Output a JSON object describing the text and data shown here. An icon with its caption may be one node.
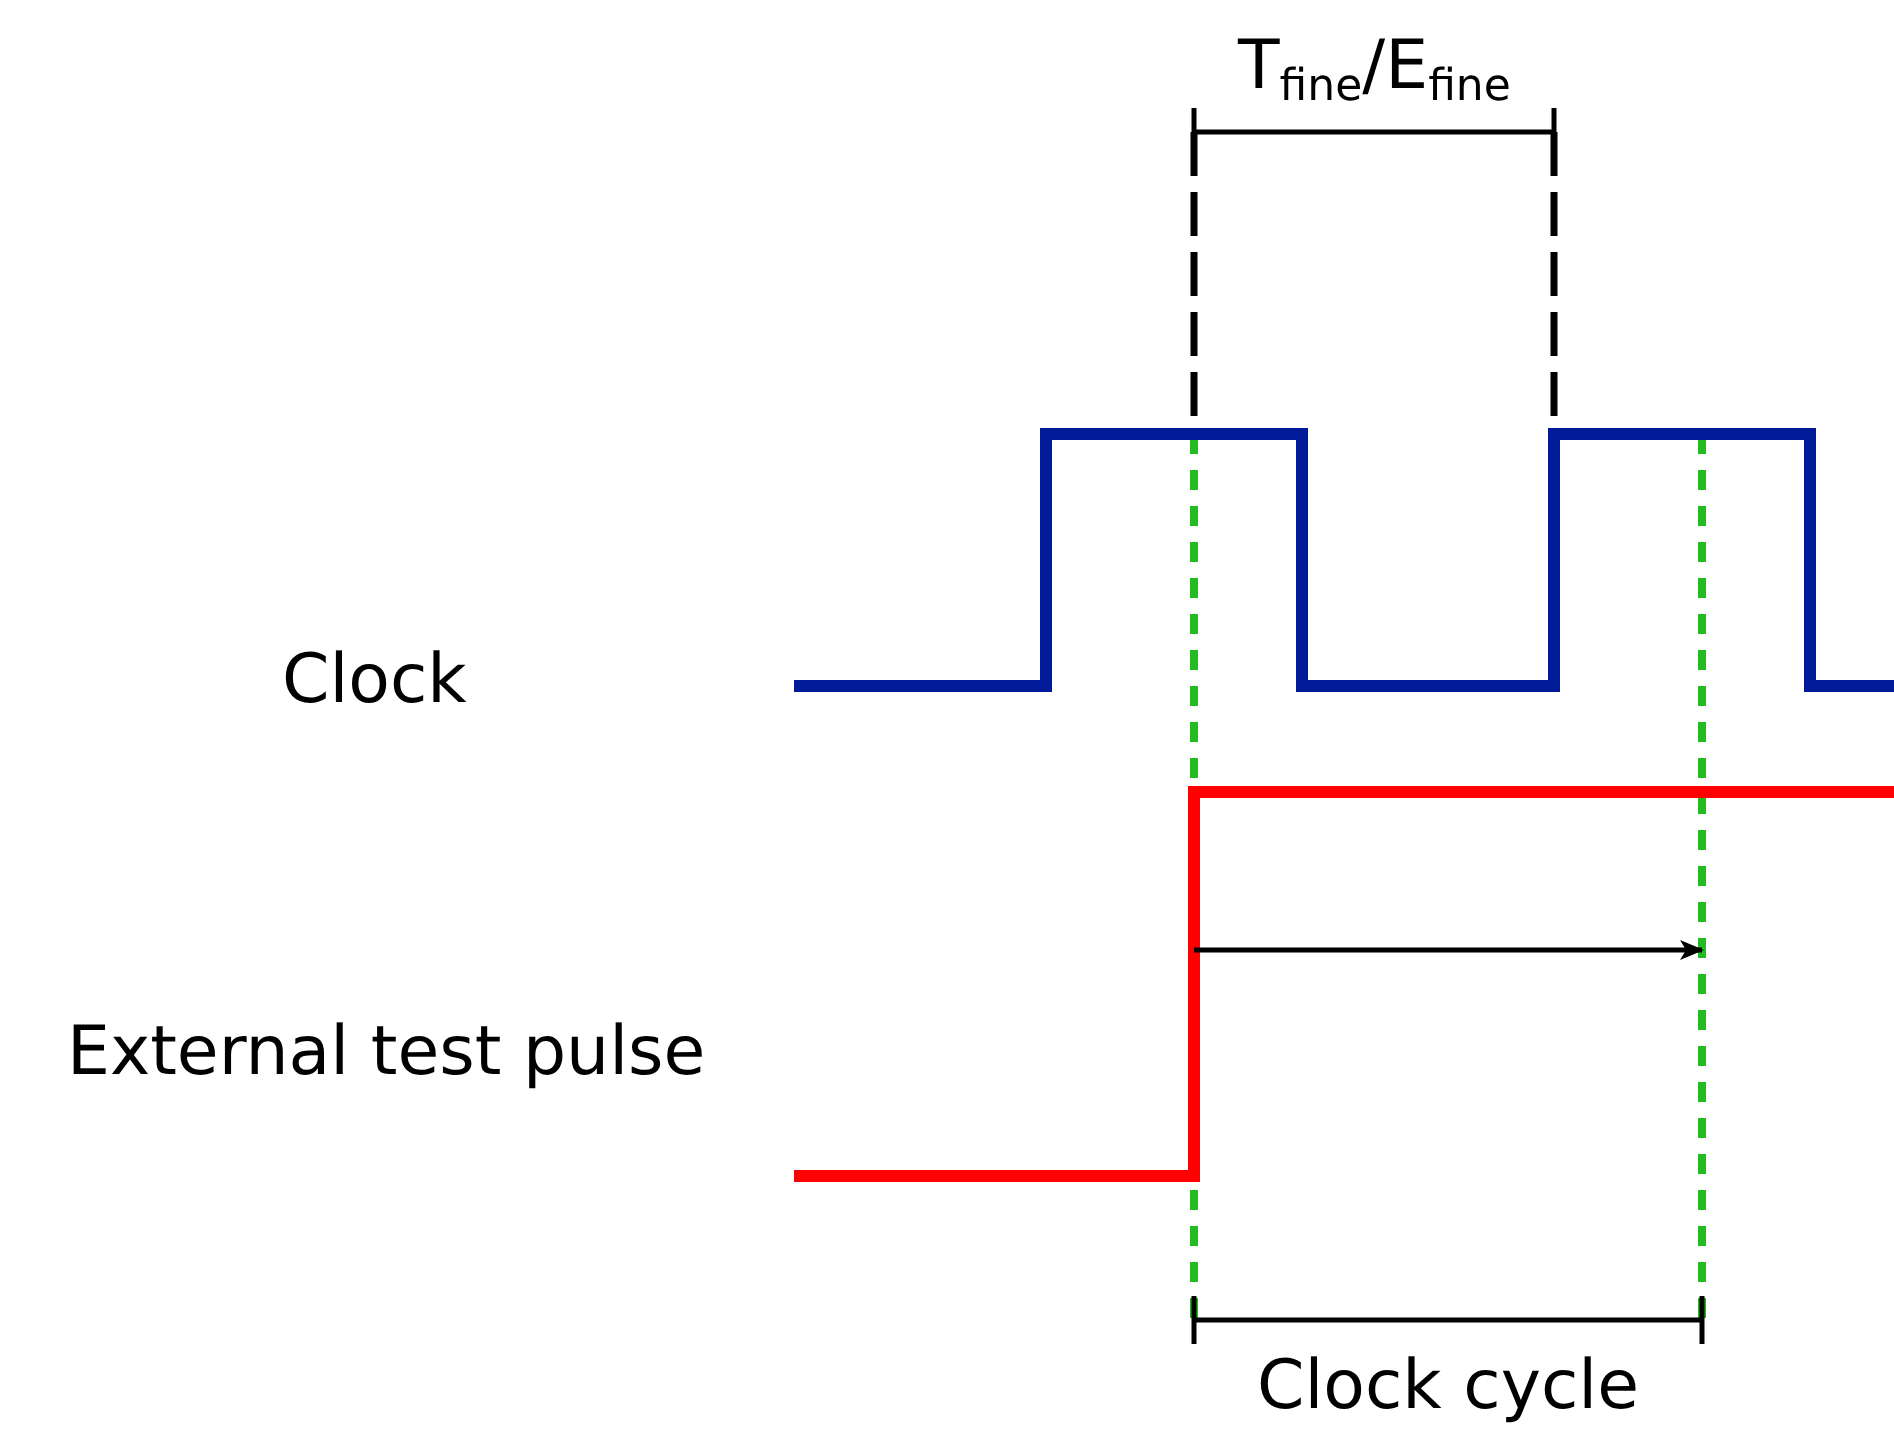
{
  "diagram": {
    "labels": [
      "T$_{fine}$/E$_{fine}$",
      "Clock",
      "External test pulse",
      "Clock cycle"
    ]
  }
}
